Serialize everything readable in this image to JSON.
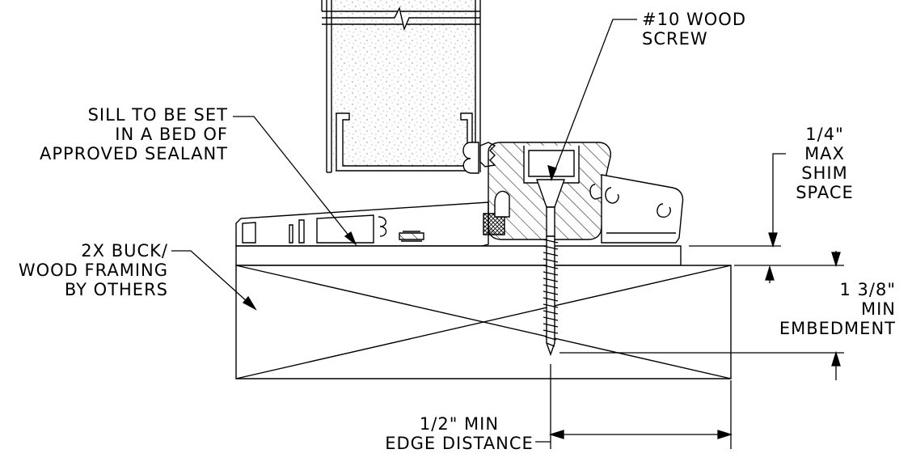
{
  "callouts": {
    "screw": [
      "#10 WOOD",
      "SCREW"
    ],
    "sill": [
      "SILL TO BE SET",
      "IN A BED OF",
      "APPROVED SEALANT"
    ],
    "buck": [
      "2X BUCK/",
      "WOOD FRAMING",
      "BY OTHERS"
    ],
    "shim": [
      "1/4\"",
      "MAX",
      "SHIM",
      "SPACE"
    ],
    "embedment": [
      "1 3/8\"",
      "MIN",
      "EMBEDMENT"
    ],
    "edge": [
      "1/2\" MIN",
      "EDGE DISTANCE"
    ]
  }
}
